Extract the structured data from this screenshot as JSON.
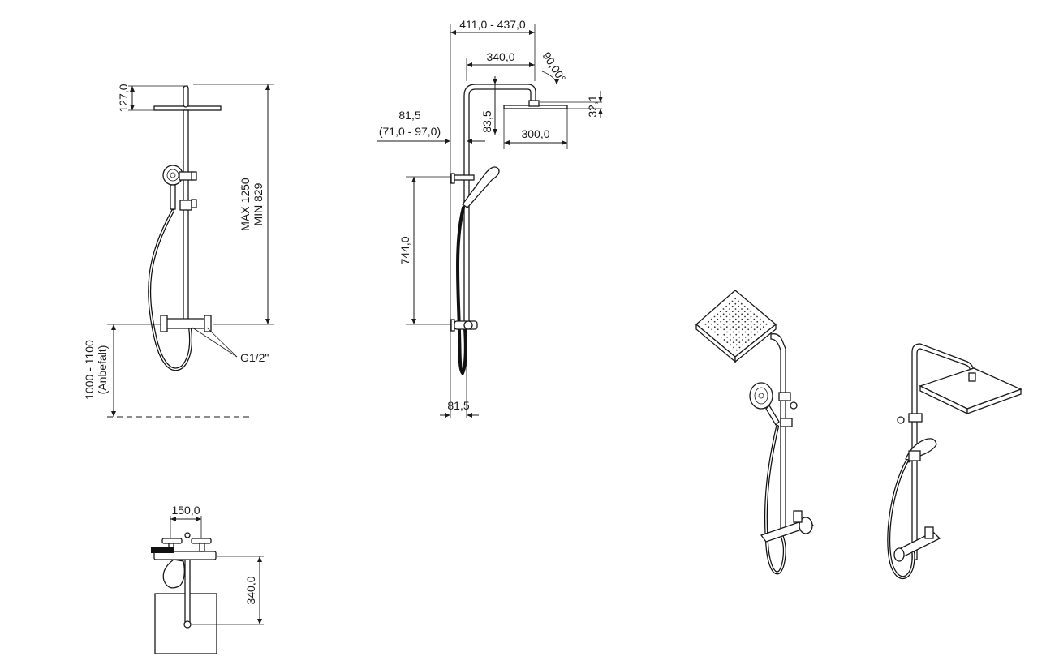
{
  "front_view": {
    "head_height": "127,0",
    "total_height": [
      "MAX 1250",
      "MIN 829"
    ],
    "mount_height": [
      "1000 - 1100",
      "(Anbefalt)"
    ],
    "thread": "G1/2\""
  },
  "side_view": {
    "reach": "411,0 - 437,0",
    "arm": "340,0",
    "angle": "90,00°",
    "head_thickness": "32,1",
    "head_drop": "83,5",
    "head_width": "300,0",
    "wall_offset": [
      "81,5",
      "(71,0 - 97,0)"
    ],
    "bracket_spacing": "744,0",
    "bottom_offset": "81,5"
  },
  "top_view": {
    "spacing": "150,0",
    "depth": "340,0"
  }
}
